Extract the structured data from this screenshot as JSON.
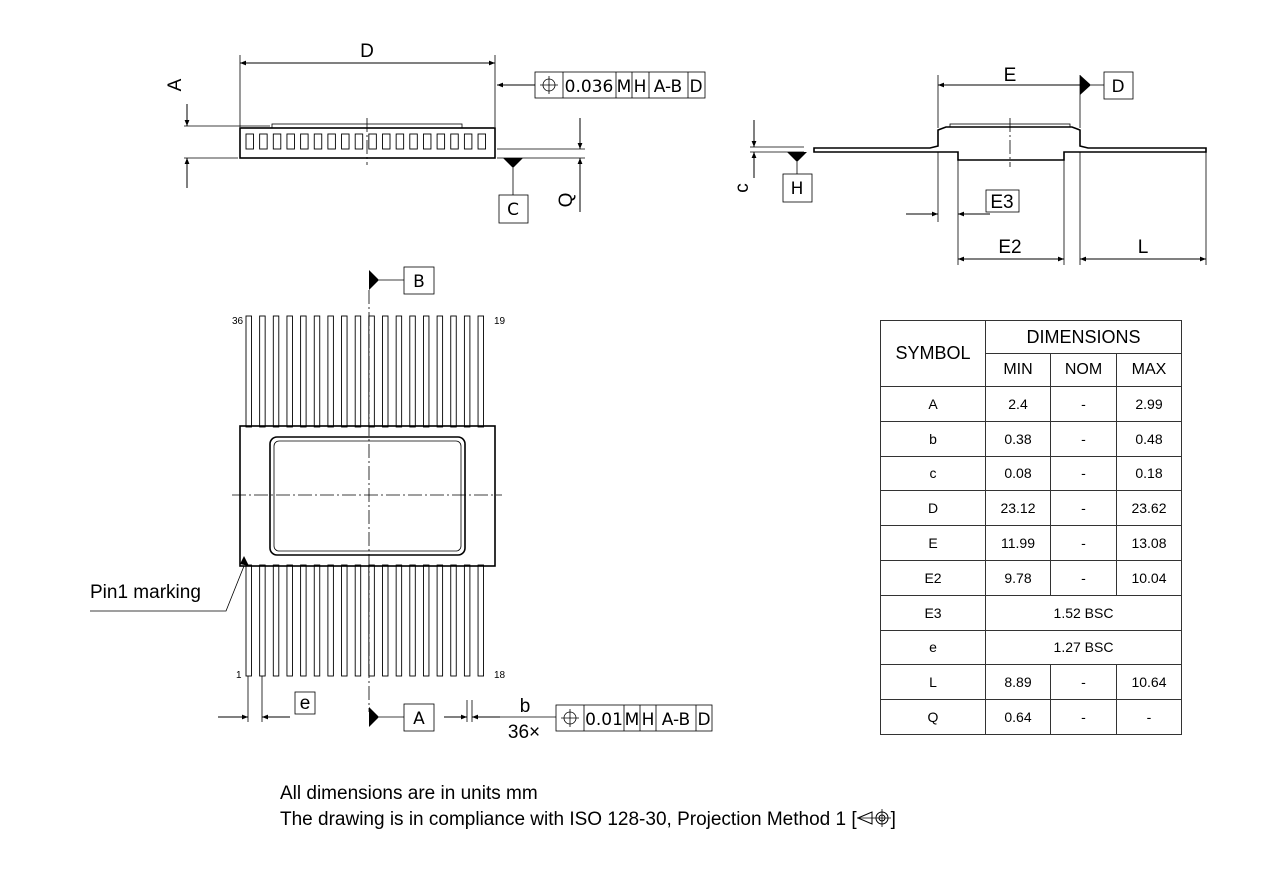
{
  "labels": {
    "D": "D",
    "A": "A",
    "Q": "Q",
    "C": "C",
    "E": "E",
    "c": "c",
    "H": "H",
    "E3": "E3",
    "E2": "E2",
    "L": "L",
    "B": "B",
    "datum_A": "A",
    "e": "e",
    "b": "b",
    "count": "36×",
    "pin36": "36",
    "pin19": "19",
    "pin1": "1",
    "pin18": "18",
    "pin1_marking": "Pin1 marking",
    "datum_D": "D"
  },
  "fcf_top": [
    "0.036",
    "M",
    "H",
    "A-B",
    "D"
  ],
  "fcf_bottom": [
    "0.01",
    "M",
    "H",
    "A-B",
    "D"
  ],
  "table": {
    "symbol_header": "SYMBOL",
    "dimensions_header": "DIMENSIONS",
    "columns": [
      "MIN",
      "NOM",
      "MAX"
    ],
    "rows": [
      {
        "symbol": "A",
        "min": "2.4",
        "nom": "-",
        "max": "2.99"
      },
      {
        "symbol": "b",
        "min": "0.38",
        "nom": "-",
        "max": "0.48"
      },
      {
        "symbol": "c",
        "min": "0.08",
        "nom": "-",
        "max": "0.18"
      },
      {
        "symbol": "D",
        "min": "23.12",
        "nom": "-",
        "max": "23.62"
      },
      {
        "symbol": "E",
        "min": "11.99",
        "nom": "-",
        "max": "13.08"
      },
      {
        "symbol": "E2",
        "min": "9.78",
        "nom": "-",
        "max": "10.04"
      },
      {
        "symbol": "E3",
        "span": "1.52 BSC"
      },
      {
        "symbol": "e",
        "span": "1.27 BSC"
      },
      {
        "symbol": "L",
        "min": "8.89",
        "nom": "-",
        "max": "10.64"
      },
      {
        "symbol": "Q",
        "min": "0.64",
        "nom": "-",
        "max": "-"
      }
    ]
  },
  "notes": {
    "line1": "All dimensions are in units mm",
    "line2": "The drawing is in compliance with ISO 128-30, Projection Method 1 [",
    "line2_end": "]"
  }
}
